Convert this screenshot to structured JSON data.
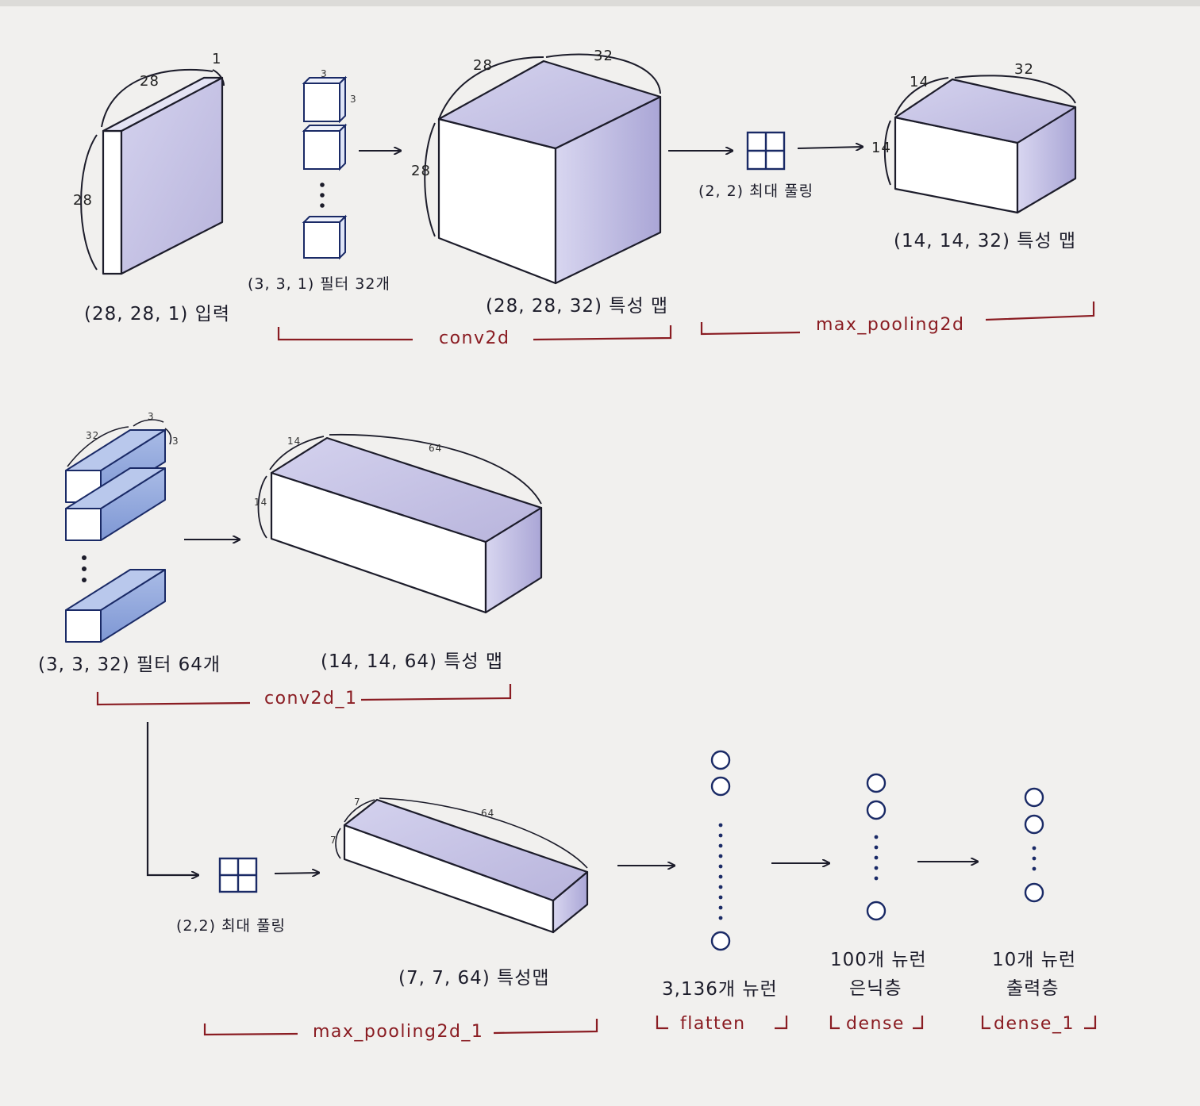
{
  "stage1": {
    "input": {
      "label": "(28, 28, 1) 입력",
      "dim_width": "28",
      "dim_height": "28",
      "dim_depth": "1"
    },
    "filter": {
      "label": "(3, 3, 1) 필터 32개",
      "dim_a": "3",
      "dim_b": "3"
    },
    "conv_map": {
      "label": "(28, 28, 32) 특성 맵",
      "dim_width": "28",
      "dim_height": "28",
      "dim_depth": "32"
    },
    "pool": {
      "label": "(2, 2) 최대 풀링"
    },
    "pool_map": {
      "label": "(14, 14, 32) 특성 맵",
      "dim_width": "14",
      "dim_height": "14",
      "dim_depth": "32"
    },
    "layer_conv": "conv2d",
    "layer_pool": "max_pooling2d"
  },
  "stage2": {
    "filter": {
      "label": "(3, 3, 32) 필터 64개",
      "dim_depth": "32",
      "dim_a": "3",
      "dim_b": "3"
    },
    "conv_map": {
      "label": "(14, 14, 64) 특성 맵",
      "dim_width": "14",
      "dim_height": "14",
      "dim_depth": "64"
    },
    "layer_conv": "conv2d_1"
  },
  "stage3": {
    "pool": {
      "label": "(2,2) 최대 풀링"
    },
    "pool_map": {
      "label": "(7, 7, 64) 특성맵",
      "dim_width": "7",
      "dim_height": "7",
      "dim_depth": "64"
    },
    "layer_pool": "max_pooling2d_1",
    "flatten": {
      "label": "3,136개 뉴런",
      "layer": "flatten"
    },
    "hidden": {
      "label_1": "100개 뉴런",
      "label_2": "은닉층",
      "layer": "dense"
    },
    "output": {
      "label_1": "10개 뉴런",
      "label_2": "출력층",
      "layer": "dense_1"
    }
  },
  "colors": {
    "box_face": "#c6c4e6",
    "box_side": "#b9b5de",
    "filter_blue": "#8fa6dc",
    "ink": "#1c1c2a",
    "bracket_red": "#8a1c22",
    "background": "#f1f0ee"
  }
}
